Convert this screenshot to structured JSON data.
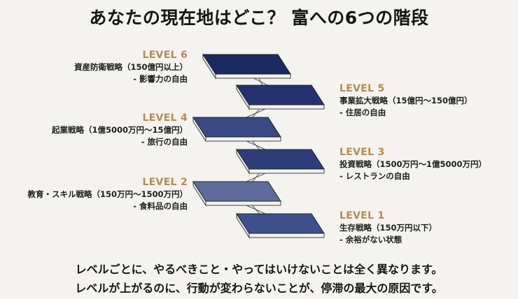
{
  "title": "あなたの現在地はどこ？ 富への6つの階段",
  "levels": [
    {
      "label": "LEVEL 1",
      "strategy": "生存戦略（150万円以下）",
      "freedom": "- 余裕がない状態",
      "color": "#3f4f8c"
    },
    {
      "label": "LEVEL 2",
      "strategy": "教育・スキル戦略（150万円〜1500万円）",
      "freedom": "- 食料品の自由",
      "color": "#5d6c9c"
    },
    {
      "label": "LEVEL 3",
      "strategy": "投資戦略（1500万円〜1億5000万円）",
      "freedom": "- レストランの自由",
      "color": "#2f3d7a"
    },
    {
      "label": "LEVEL 4",
      "strategy": "起業戦略（1億5000万円〜15億円）",
      "freedom": "- 旅行の自由",
      "color": "#3a4883"
    },
    {
      "label": "LEVEL 5",
      "strategy": "事業拡大戦略（15億円〜150億円）",
      "freedom": "- 住居の自由",
      "color": "#243270"
    },
    {
      "label": "LEVEL 6",
      "strategy": "資産防衛戦略（150億円以上）",
      "freedom": "- 影響力の自由",
      "color": "#1c2a63"
    }
  ],
  "footer": {
    "line1": "レベルごとに、やるべきこと・やってはいけないことは全く異なります。",
    "line2": "レベルが上がるのに、行動が変わらないことが、停滞の最大の原因です。"
  }
}
